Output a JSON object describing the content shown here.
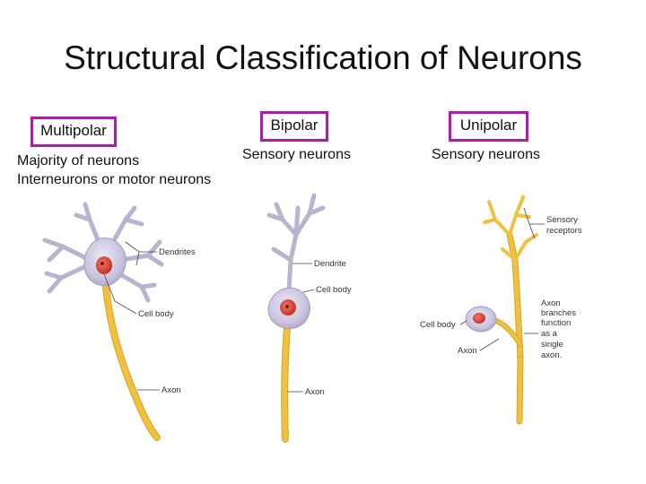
{
  "title": "Structural Classification of Neurons",
  "columns": [
    {
      "heading": "Multipolar",
      "description": [
        "Majority of neurons",
        "Interneurons or motor neurons"
      ],
      "labels": {
        "dendrites": "Dendrites",
        "cell_body": "Cell body",
        "axon": "Axon"
      }
    },
    {
      "heading": "Bipolar",
      "description": [
        "Sensory neurons"
      ],
      "labels": {
        "dendrite": "Dendrite",
        "cell_body": "Cell body",
        "axon": "Axon"
      }
    },
    {
      "heading": "Unipolar",
      "description": [
        "Sensory neurons"
      ],
      "labels": {
        "receptors_1": "Sensory",
        "receptors_2": "receptors",
        "cell_body": "Cell body",
        "axon": "Axon",
        "branches": [
          "Axon",
          "branches",
          "function",
          "as a",
          "single",
          "axon."
        ]
      }
    }
  ],
  "colors": {
    "box_border": "#b01ab0",
    "axon": "#f0c040",
    "cell_body": "#cbc6e0",
    "nucleus": "#e04a3a"
  }
}
